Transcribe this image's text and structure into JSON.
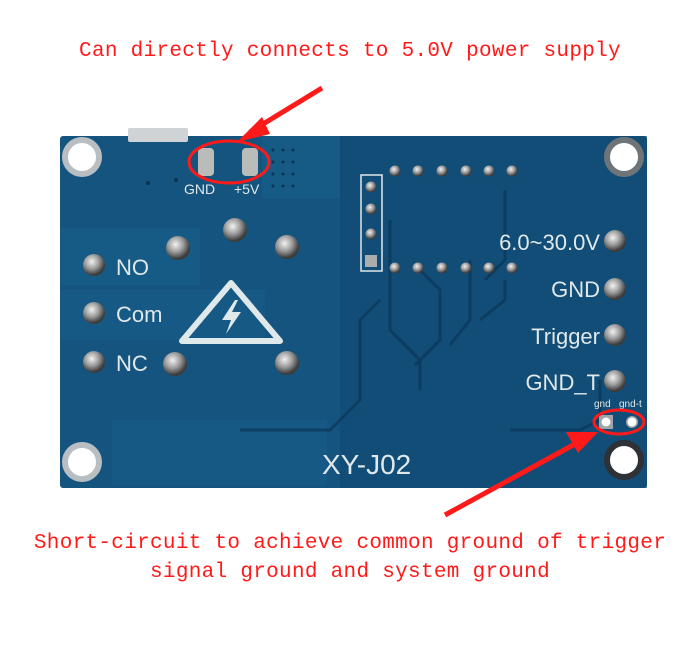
{
  "annotations": {
    "top": "Can directly connects to 5.0V power supply",
    "bottom_line1": "Short-circuit to achieve common ground of trigger",
    "bottom_line2": "signal ground and system ground"
  },
  "board": {
    "model": "XY-J02",
    "power_pads": {
      "gnd": "GND",
      "vcc": "+5V"
    },
    "relay_terminals": [
      "NO",
      "Com",
      "NC"
    ],
    "input_terminals": [
      "6.0~30.0V",
      "GND",
      "Trigger",
      "GND_T"
    ],
    "jumper_labels": {
      "gnd": "gnd",
      "gnd_t": "gnd-t"
    },
    "warning_icon": "high-voltage-warning-icon"
  },
  "colors": {
    "annotation": "#ff1a1a",
    "pcb": "#14547e",
    "pcb_dark": "#0f4468",
    "silkscreen": "#dfe8ea"
  }
}
